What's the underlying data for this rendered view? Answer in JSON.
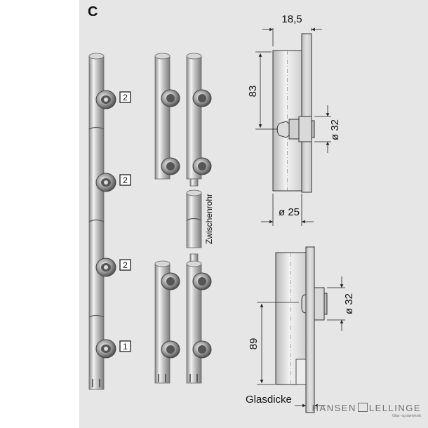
{
  "section_letter": "C",
  "labels": {
    "badge_top": "2",
    "badge_second": "2",
    "badge_third": "2",
    "badge_bottom": "1",
    "zwischenrohr": "Zwischenrohr",
    "glasdicke": "Glasdicke"
  },
  "dimensions": {
    "width": "18,5",
    "height_top": "83",
    "dia_knob_top": "ø 32",
    "dia_tube": "ø 25",
    "height_bottom": "89",
    "dia_knob_bottom": "ø 32"
  },
  "watermark": {
    "left": "HANSEN",
    "right": "LELLINGE",
    "tagline": "Glas- og dørteknik"
  },
  "colors": {
    "background": "#e6e6e6",
    "tube_dark": "#8f8f8f",
    "tube_light": "#f4f4f4",
    "glass": "#d2d2d2",
    "line": "#222222"
  }
}
